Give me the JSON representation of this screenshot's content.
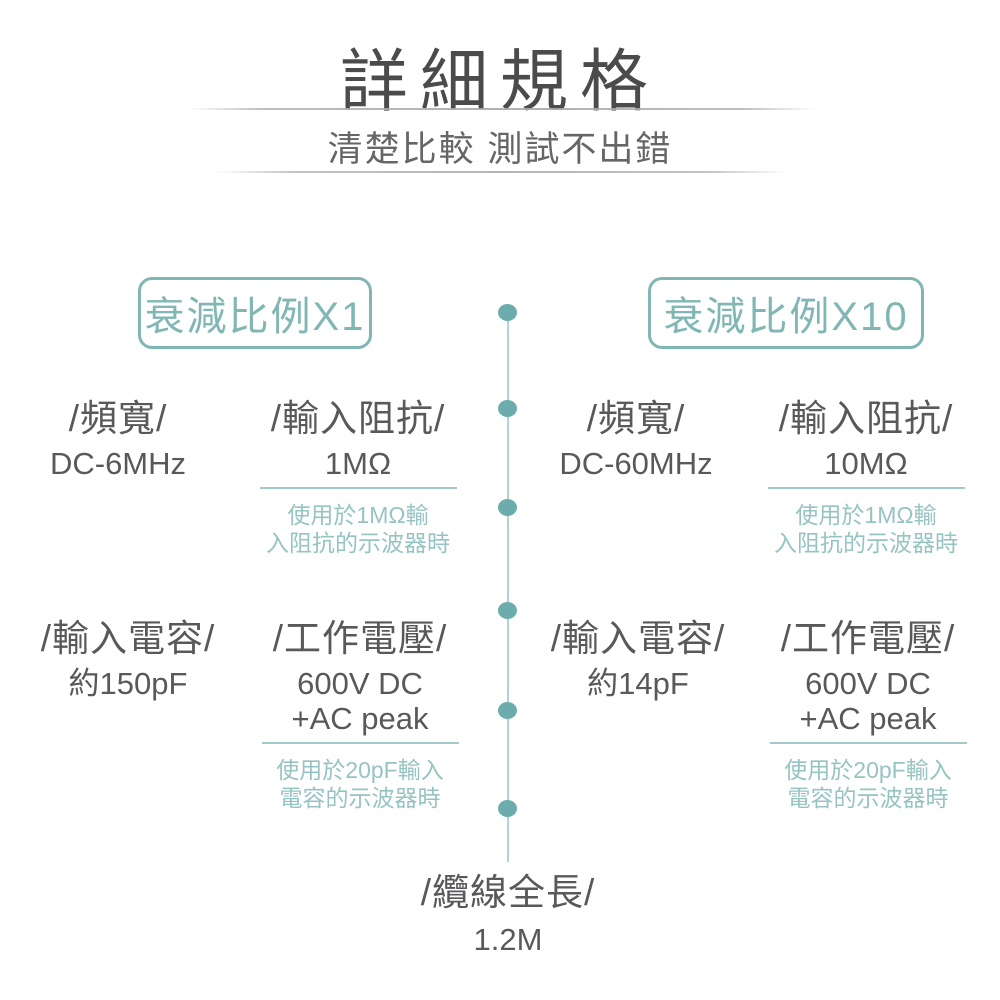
{
  "header": {
    "title": "詳細規格",
    "subtitle": "清楚比較 測試不出錯"
  },
  "colors": {
    "teal_border": "#80b7b4",
    "teal_dot": "#6dacac",
    "teal_line": "#b1d2d1",
    "teal_note": "#96c4c2",
    "text_dark": "#59595b"
  },
  "left": {
    "header": "衰減比例X1",
    "specs": [
      {
        "label": "/頻寬/",
        "value": "DC-6MHz"
      },
      {
        "label": "/輸入阻抗/",
        "value": "1MΩ",
        "note1": "使用於1MΩ輸",
        "note2": "入阻抗的示波器時"
      },
      {
        "label": "/輸入電容/",
        "value": "約150pF"
      },
      {
        "label": "/工作電壓/",
        "value": "600V DC",
        "value2": "+AC peak",
        "note1": "使用於20pF輸入",
        "note2": "電容的示波器時"
      }
    ]
  },
  "right": {
    "header": "衰減比例X10",
    "specs": [
      {
        "label": "/頻寬/",
        "value": "DC-60MHz"
      },
      {
        "label": "/輸入阻抗/",
        "value": "10MΩ",
        "note1": "使用於1MΩ輸",
        "note2": "入阻抗的示波器時"
      },
      {
        "label": "/輸入電容/",
        "value": "約14pF"
      },
      {
        "label": "/工作電壓/",
        "value": "600V DC",
        "value2": "+AC peak",
        "note1": "使用於20pF輸入",
        "note2": "電容的示波器時"
      }
    ]
  },
  "footer": {
    "label": "/纜線全長/",
    "value": "1.2M"
  }
}
